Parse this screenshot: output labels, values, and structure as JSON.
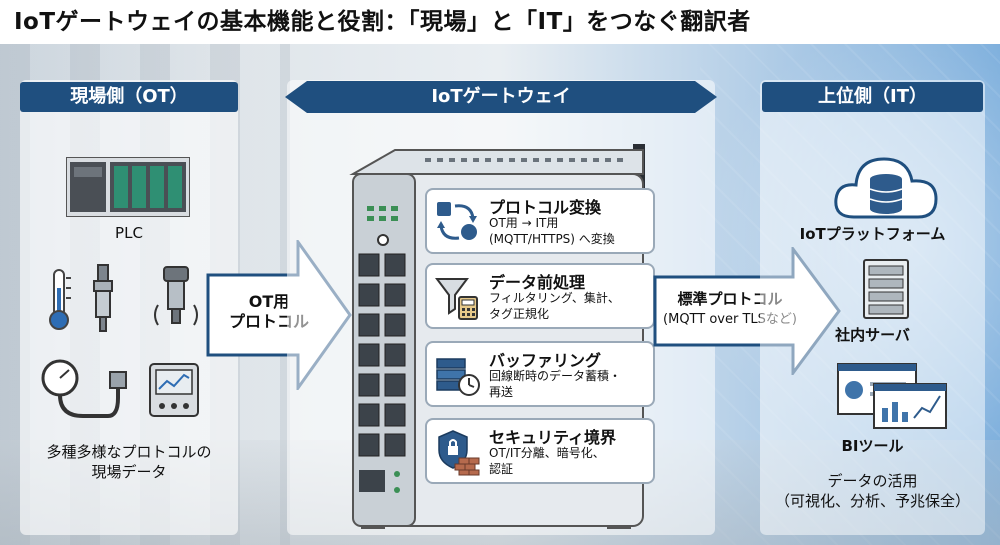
{
  "title": "IoTゲートウェイの基本機能と役割：「現場」と「IT」をつなぐ翻訳者",
  "left_panel": {
    "header": "現場側（OT）",
    "plc_label": "PLC",
    "caption_line1": "多種多様なプロトコルの",
    "caption_line2": "現場データ"
  },
  "center": {
    "header": "IoTゲートウェイ",
    "functions": [
      {
        "title": "プロトコル変換",
        "line1": "OT用 → IT用",
        "line2": "(MQTT/HTTPS) へ変換"
      },
      {
        "title": "データ前処理",
        "line1": "フィルタリング、集計、",
        "line2": "タグ正規化"
      },
      {
        "title": "バッファリング",
        "line1": "回線断時のデータ蓄積・",
        "line2": "再送"
      },
      {
        "title": "セキュリティ境界",
        "line1": "OT/IT分離、暗号化、",
        "line2": "認証"
      }
    ]
  },
  "left_arrow": {
    "line1": "OT用",
    "line2": "プロトコル"
  },
  "right_arrow": {
    "line1": "標準プロトコル",
    "line2": "(MQTT over TLSなど)"
  },
  "right_panel": {
    "header": "上位側（IT）",
    "items": [
      "IoTプラットフォーム",
      "社内サーバ",
      "BIツール"
    ],
    "caption_line1": "データの活用",
    "caption_line2": "（可視化、分析、予兆保全）"
  },
  "colors": {
    "header_navy": "#1f4f7f",
    "arrow_fill": "#ffffff",
    "arrow_stroke": "#1f4f7f",
    "icon_blue": "#2e5b8c"
  }
}
